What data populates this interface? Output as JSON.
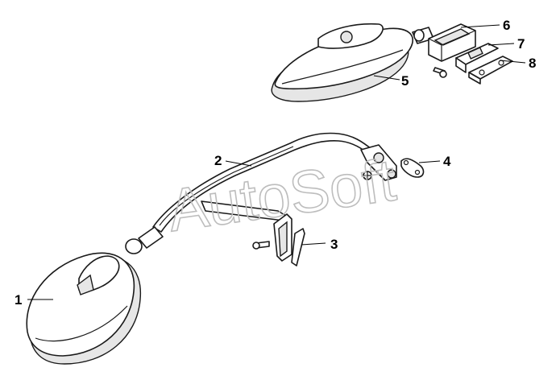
{
  "watermark": {
    "text": "AutoSoft"
  },
  "callouts": [
    {
      "id": "1",
      "label": "1"
    },
    {
      "id": "2",
      "label": "2"
    },
    {
      "id": "3",
      "label": "3"
    },
    {
      "id": "4",
      "label": "4"
    },
    {
      "id": "5",
      "label": "5"
    },
    {
      "id": "6",
      "label": "6"
    },
    {
      "id": "7",
      "label": "7"
    },
    {
      "id": "8",
      "label": "8"
    }
  ]
}
